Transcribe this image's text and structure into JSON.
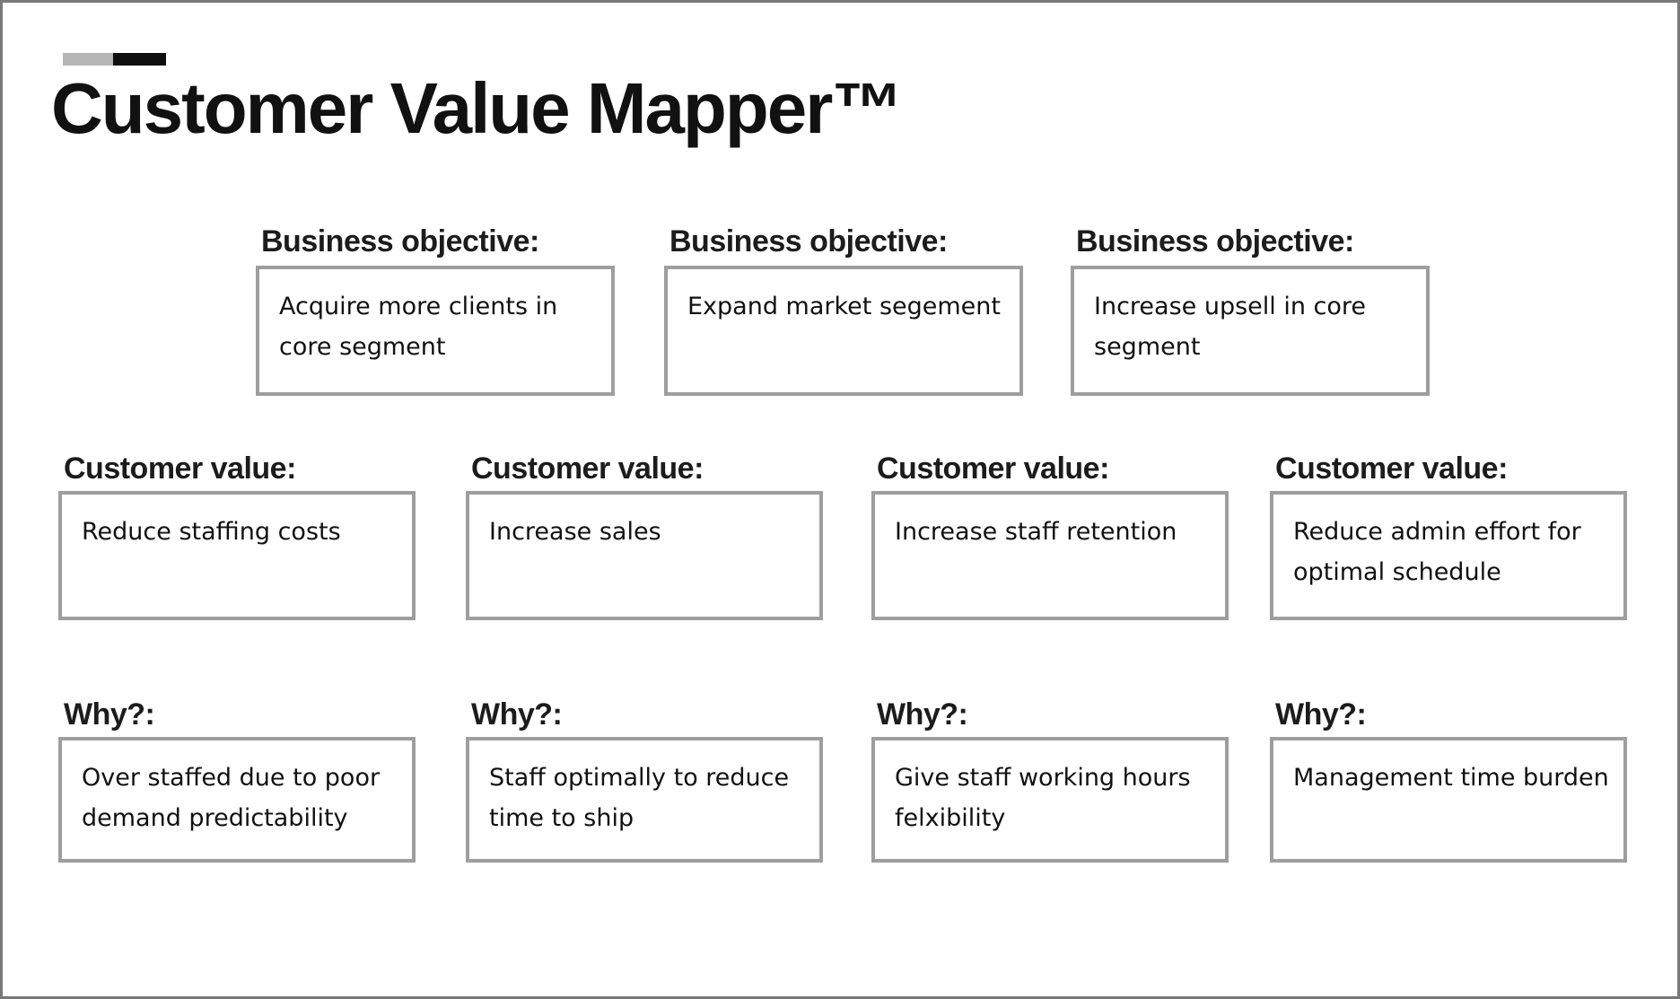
{
  "canvas": {
    "title": "Customer Value Mapper™"
  },
  "sections": {
    "objectives": {
      "label": "Business objective:",
      "items": [
        "Acquire more clients in core segment",
        "Expand market segement",
        "Increase upsell in core segment"
      ]
    },
    "customer_values": {
      "label": "Customer value:",
      "items": [
        "Reduce staffing costs",
        "Increase sales",
        "Increase staff retention",
        "Reduce admin effort for optimal schedule"
      ]
    },
    "whys": {
      "label": "Why?:",
      "items": [
        "Over staffed due to poor demand predictability",
        "Staff optimally to reduce time to ship",
        "Give staff working hours felxibility",
        "Management time burden"
      ]
    }
  },
  "colors": {
    "page_border": "#787878",
    "box_border": "#9e9e9e",
    "title_text": "#111111",
    "label_text": "#1c1c1c",
    "entry_text": "#111111",
    "brand_bar_gray": "#b5b5b5",
    "brand_bar_black": "#0e0e0e"
  }
}
